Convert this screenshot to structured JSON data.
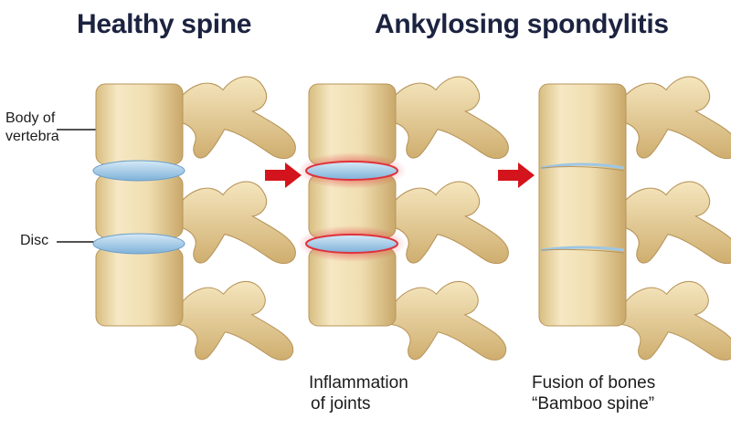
{
  "titles": {
    "healthy": "Healthy spine",
    "ankylosing": "Ankylosing spondylitis"
  },
  "labels": {
    "body_of_vertebra_line1": "Body of",
    "body_of_vertebra_line2": "vertebra",
    "disc": "Disc"
  },
  "captions": {
    "inflammation_line1": "Inflammation",
    "inflammation_line2": "of joints",
    "fusion_line1": "Fusion of bones",
    "fusion_line2": "“Bamboo spine”"
  },
  "colors": {
    "title": "#1c2340",
    "bone": "#ecd9a8",
    "bone_shadow": "#c9a86a",
    "disc": "#a9cde8",
    "inflammation": "#e0323a",
    "arrow": "#d4141c"
  },
  "icons": {
    "arrow_1": "right-arrow-icon",
    "arrow_2": "right-arrow-icon"
  }
}
